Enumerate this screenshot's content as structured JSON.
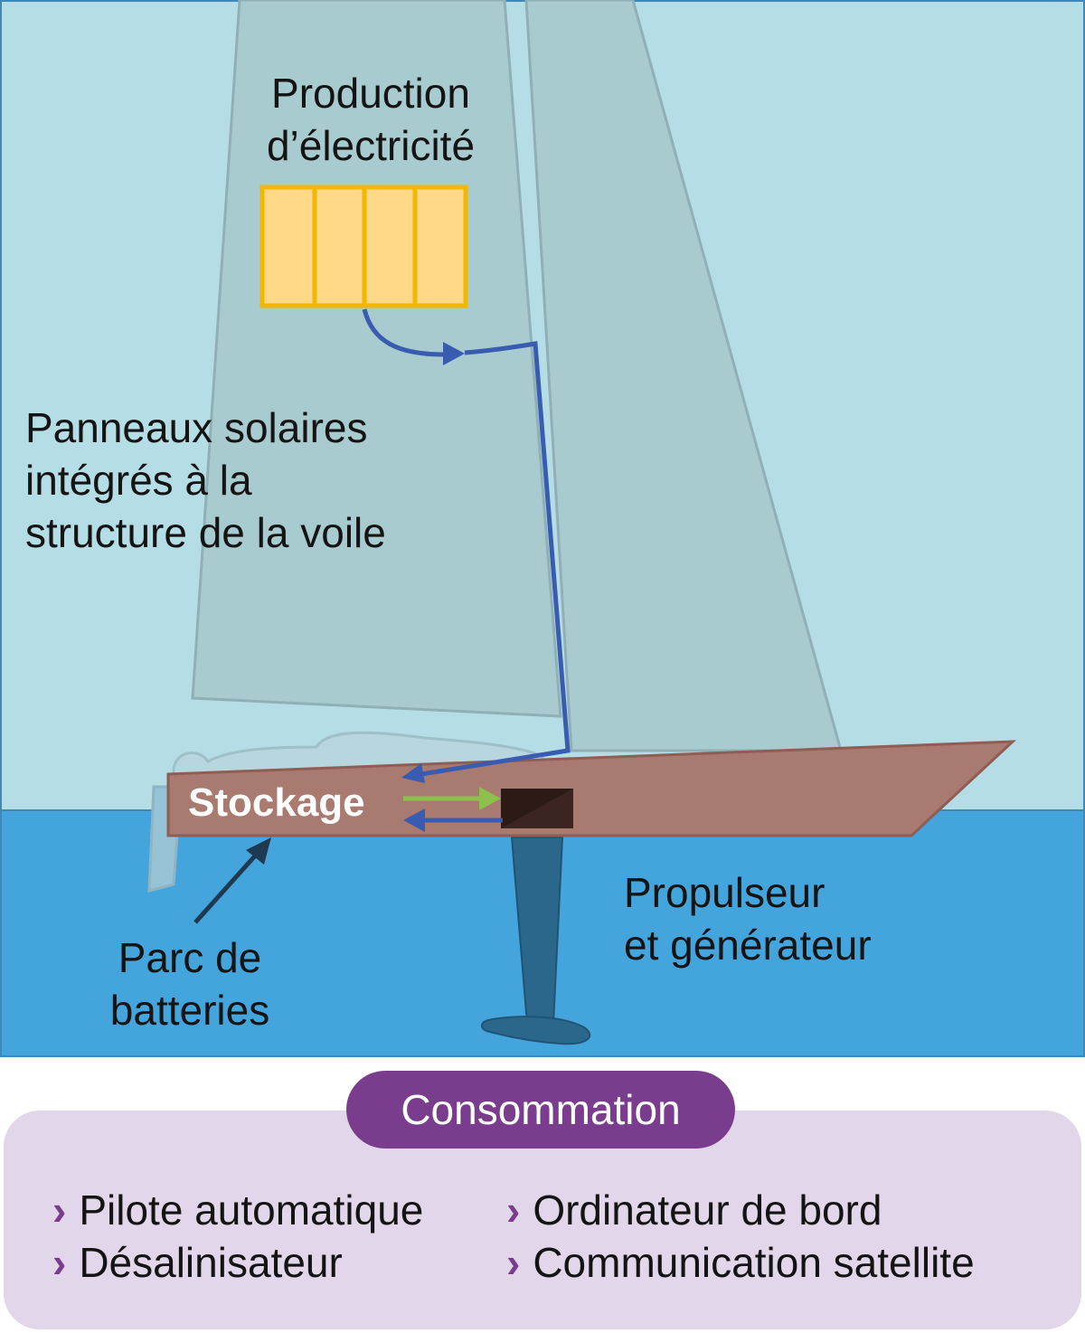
{
  "labels": {
    "production_line1": "Production",
    "production_line2": "d’électricité",
    "panneaux_line1": "Panneaux solaires",
    "panneaux_line2": "intégrés à la",
    "panneaux_line3": "structure de la voile",
    "stockage": "Stockage",
    "propulseur_line1": "Propulseur",
    "propulseur_line2": "et générateur",
    "batteries_line1": "Parc de",
    "batteries_line2": "batteries"
  },
  "consommation": {
    "title": "Consommation",
    "items": [
      "Pilote automatique",
      "Ordinateur de bord",
      "Désalinisateur",
      "Communication satellite"
    ]
  },
  "colors": {
    "sky": "#b5dde6",
    "sea": "#44a4dc",
    "sail": "#a8cbd0",
    "hull": "#a97a70",
    "solar_panel": "#ffd988",
    "panel_border": "#f2b800",
    "wire": "#3a5cb0",
    "charge_arrow": "#8ec04e",
    "accent": "#7a3c8c"
  }
}
